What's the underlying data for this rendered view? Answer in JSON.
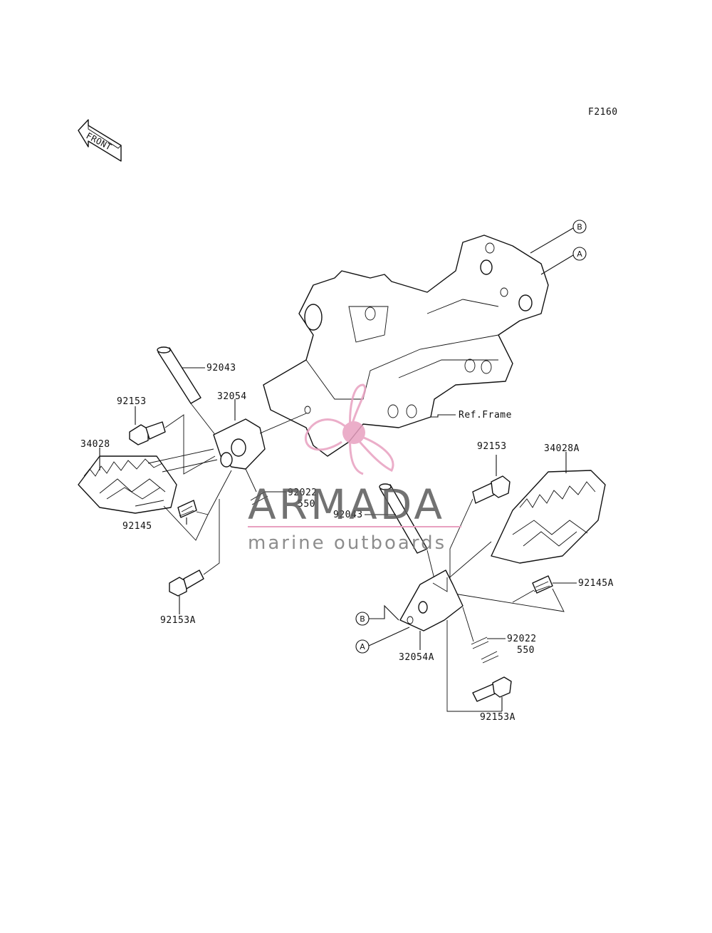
{
  "diagram_code": "F2160",
  "front_label": "FRONT",
  "ref_frame": "Ref.Frame",
  "parts": {
    "p92043_left": "92043",
    "p32054": "32054",
    "p92153_left": "92153",
    "p34028": "34028",
    "p92145": "92145",
    "p92153A_left": "92153A",
    "p92022_left": "92022",
    "p550_left": "550",
    "p92153_right": "92153",
    "p34028A": "34028A",
    "p92043_right": "92043",
    "p92145A": "92145A",
    "p92022_right": "92022",
    "p550_right": "550",
    "p32054A": "32054A",
    "p92153A_right": "92153A"
  },
  "callouts": {
    "top_b": "B",
    "top_a": "A",
    "low_b": "B",
    "low_a": "A"
  },
  "watermark": {
    "brand": "ARMADA",
    "tagline": "marine outboards",
    "accent_color": "#e8a0c0"
  }
}
